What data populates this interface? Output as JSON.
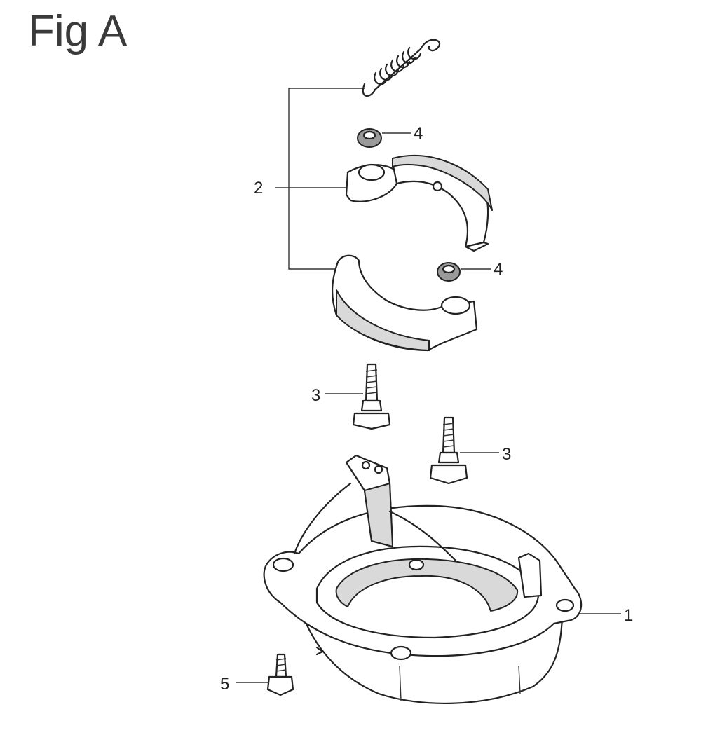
{
  "figure": {
    "title": "Fig A"
  },
  "callouts": {
    "c1": "1",
    "c2": "2",
    "c3a": "3",
    "c3b": "3",
    "c4a": "4",
    "c4b": "4",
    "c5": "5"
  }
}
